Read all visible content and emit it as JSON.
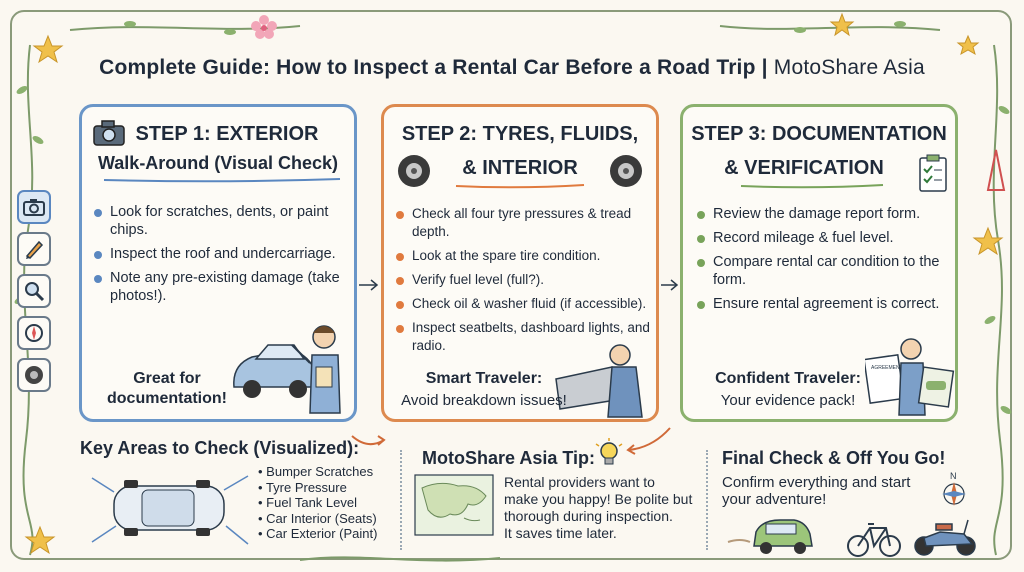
{
  "title": {
    "main": "Complete Guide: How to Inspect a Rental Car Before a Road Trip",
    "separator": "|",
    "brand": "MotoShare Asia"
  },
  "sidebar": {
    "icons": [
      "camera-icon",
      "pencil-icon",
      "magnifier-icon",
      "compass-icon",
      "tyre-icon"
    ]
  },
  "steps": [
    {
      "heading_line1": "STEP 1: EXTERIOR",
      "heading_line2": "Walk-Around (Visual Check)",
      "items": [
        "Look for scratches, dents, or paint chips.",
        "Inspect the roof and undercarriage.",
        "Note any pre-existing damage (take photos!)."
      ],
      "caption": "Great for documentation!"
    },
    {
      "heading_line1": "STEP 2: TYRES, FLUIDS,",
      "heading_line2": "& INTERIOR",
      "items": [
        "Check all four tyre pressures & tread depth.",
        "Look at the spare tire condition.",
        "Verify fuel level (full?).",
        "Check oil & washer fluid (if accessible).",
        "Inspect seatbelts, dashboard lights, and radio."
      ],
      "caption_title": "Smart Traveler:",
      "caption_text": "Avoid breakdown issues!"
    },
    {
      "heading_line1": "STEP 3: DOCUMENTATION",
      "heading_line2": "& VERIFICATION",
      "items": [
        "Review the damage report form.",
        "Record mileage & fuel level.",
        "Compare rental car condition to the form.",
        "Ensure rental agreement is correct."
      ],
      "caption_title": "Confident Traveler:",
      "caption_text": "Your evidence pack!",
      "doc_label": "AGREEMENT"
    }
  ],
  "key_areas": {
    "title": "Key Areas to Check (Visualized):",
    "items": [
      "Bumper Scratches",
      "Tyre Pressure",
      "Fuel Tank Level",
      "Car Interior (Seats)",
      "Car Exterior (Paint)"
    ]
  },
  "tip": {
    "title": "MotoShare Asia Tip:",
    "lines": [
      "Rental providers want to",
      "make you happy! Be polite but",
      "thorough during inspection.",
      "It saves time later."
    ]
  },
  "final": {
    "title": "Final Check & Off You Go!",
    "lines": [
      "Confirm everything and start",
      "your adventure!"
    ],
    "compass_label": "N"
  },
  "colors": {
    "step1": "#6a96c8",
    "step2": "#dd8a4f",
    "step3": "#8bb16e",
    "ink": "#1f2a3a",
    "background": "#fbf8f1"
  }
}
